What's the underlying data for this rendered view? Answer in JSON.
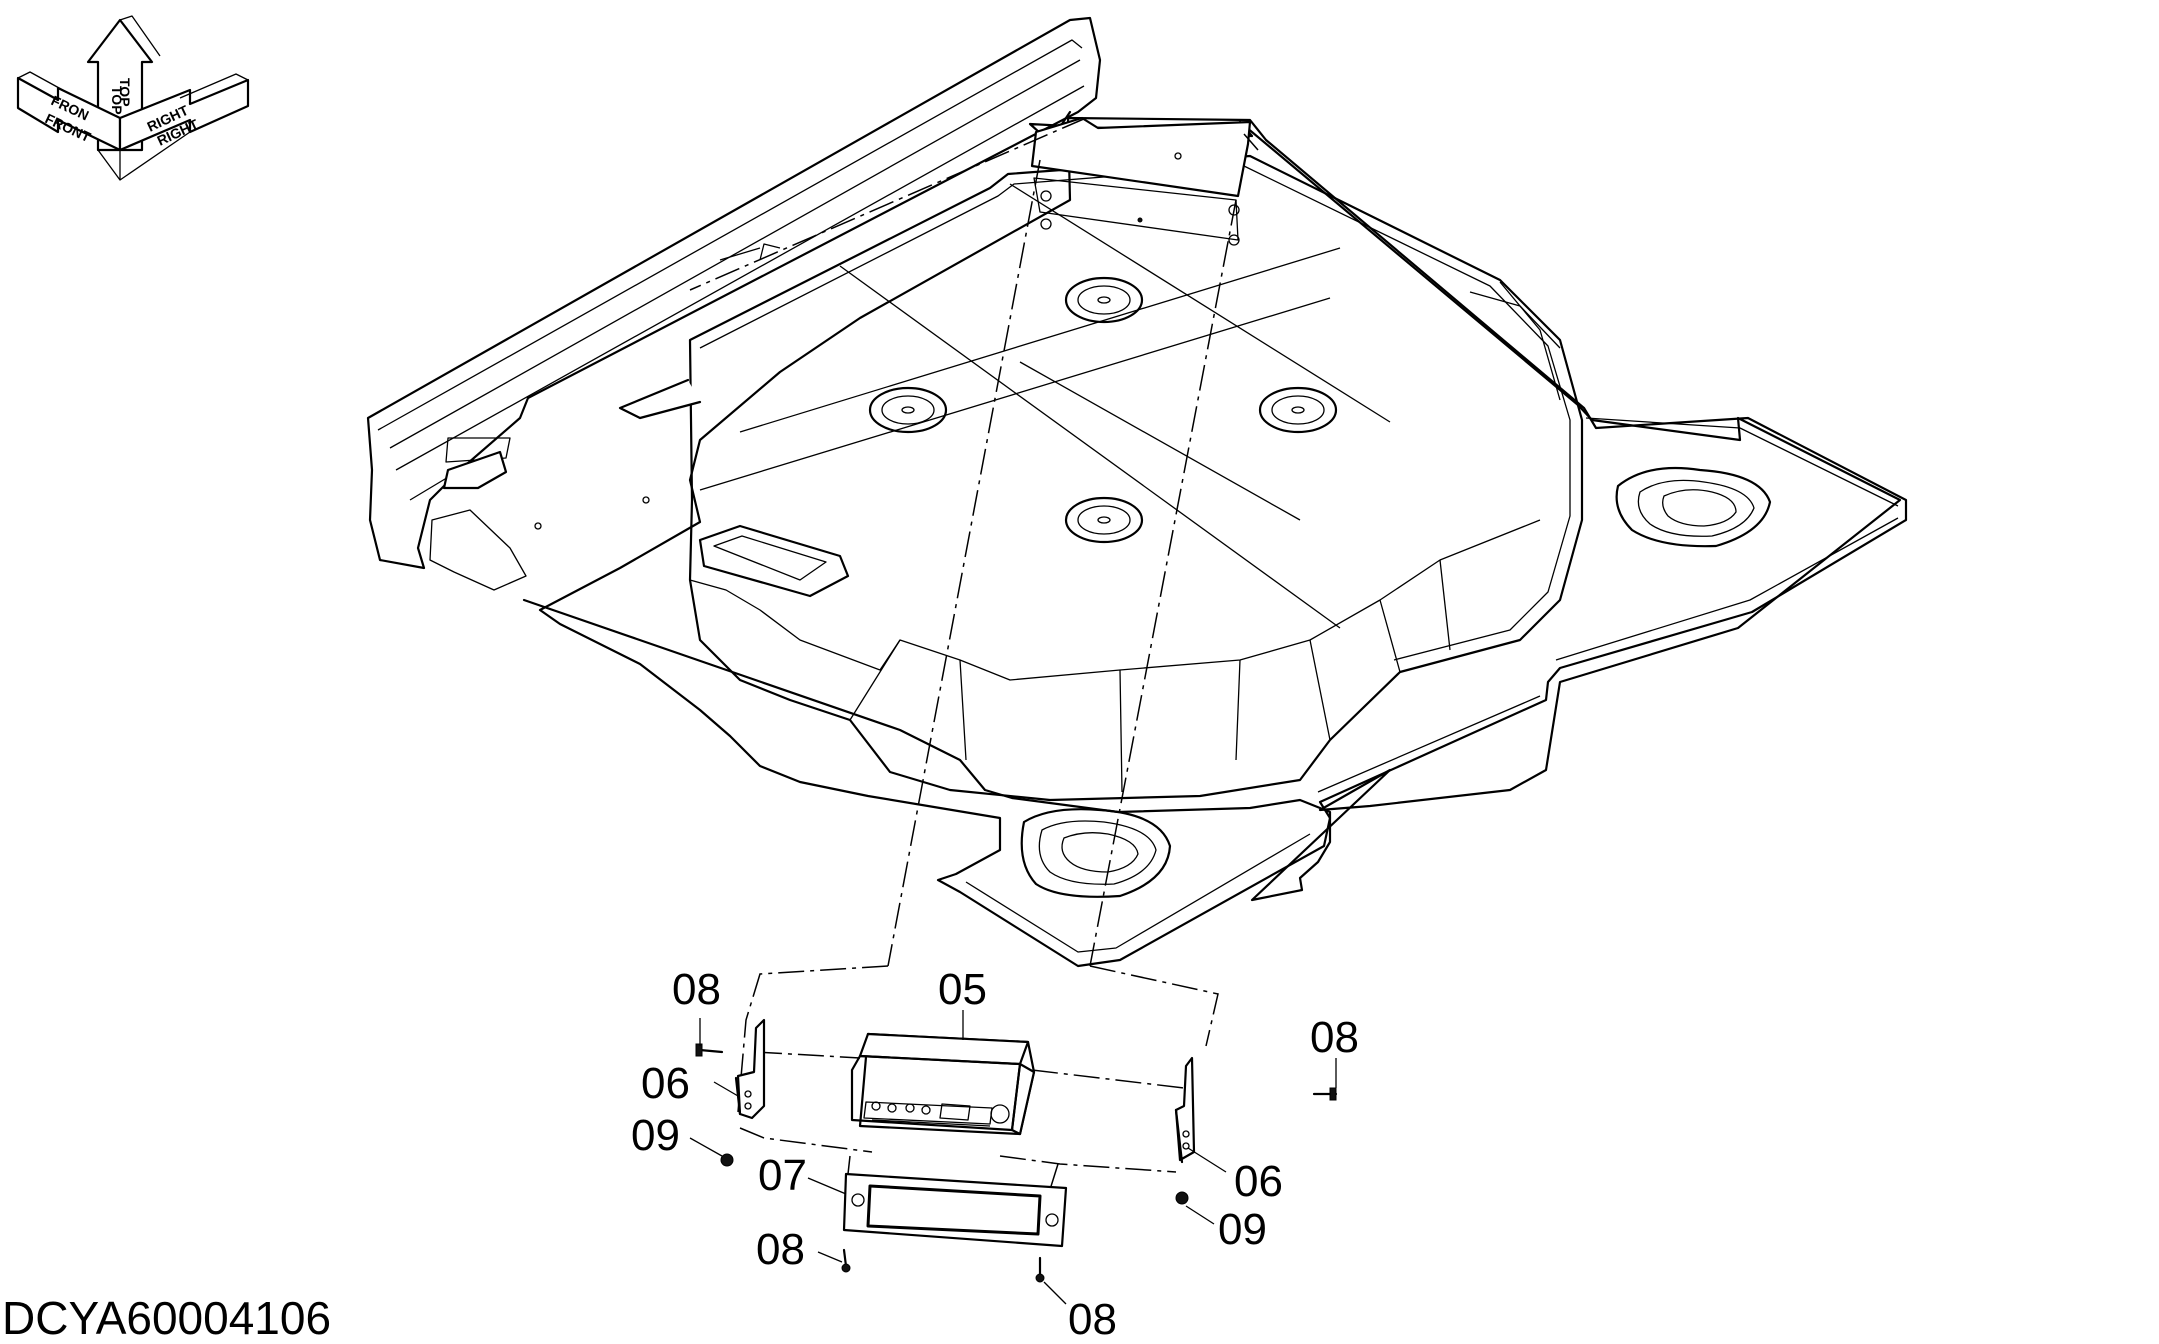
{
  "document_id": "DCYA60004106",
  "orientation_marker": {
    "up_label": "TOP",
    "front_labels": [
      "FRON",
      "FRONT"
    ],
    "right_labels": [
      "RIGHT",
      "RIGHT"
    ],
    "top_small_label": "TOP"
  },
  "callouts": [
    {
      "id": "label-05",
      "text": "05",
      "part": "radio unit"
    },
    {
      "id": "label-06-left",
      "text": "06",
      "part": "left bracket"
    },
    {
      "id": "label-06-right",
      "text": "06",
      "part": "right bracket"
    },
    {
      "id": "label-07",
      "text": "07",
      "part": "face plate"
    },
    {
      "id": "label-08-top-left",
      "text": "08",
      "part": "screw"
    },
    {
      "id": "label-08-right",
      "text": "08",
      "part": "screw"
    },
    {
      "id": "label-08-bottom-left",
      "text": "08",
      "part": "screw"
    },
    {
      "id": "label-08-bottom-right",
      "text": "08",
      "part": "screw"
    },
    {
      "id": "label-09-left",
      "text": "09",
      "part": "nut"
    },
    {
      "id": "label-09-right",
      "text": "09",
      "part": "nut"
    }
  ]
}
